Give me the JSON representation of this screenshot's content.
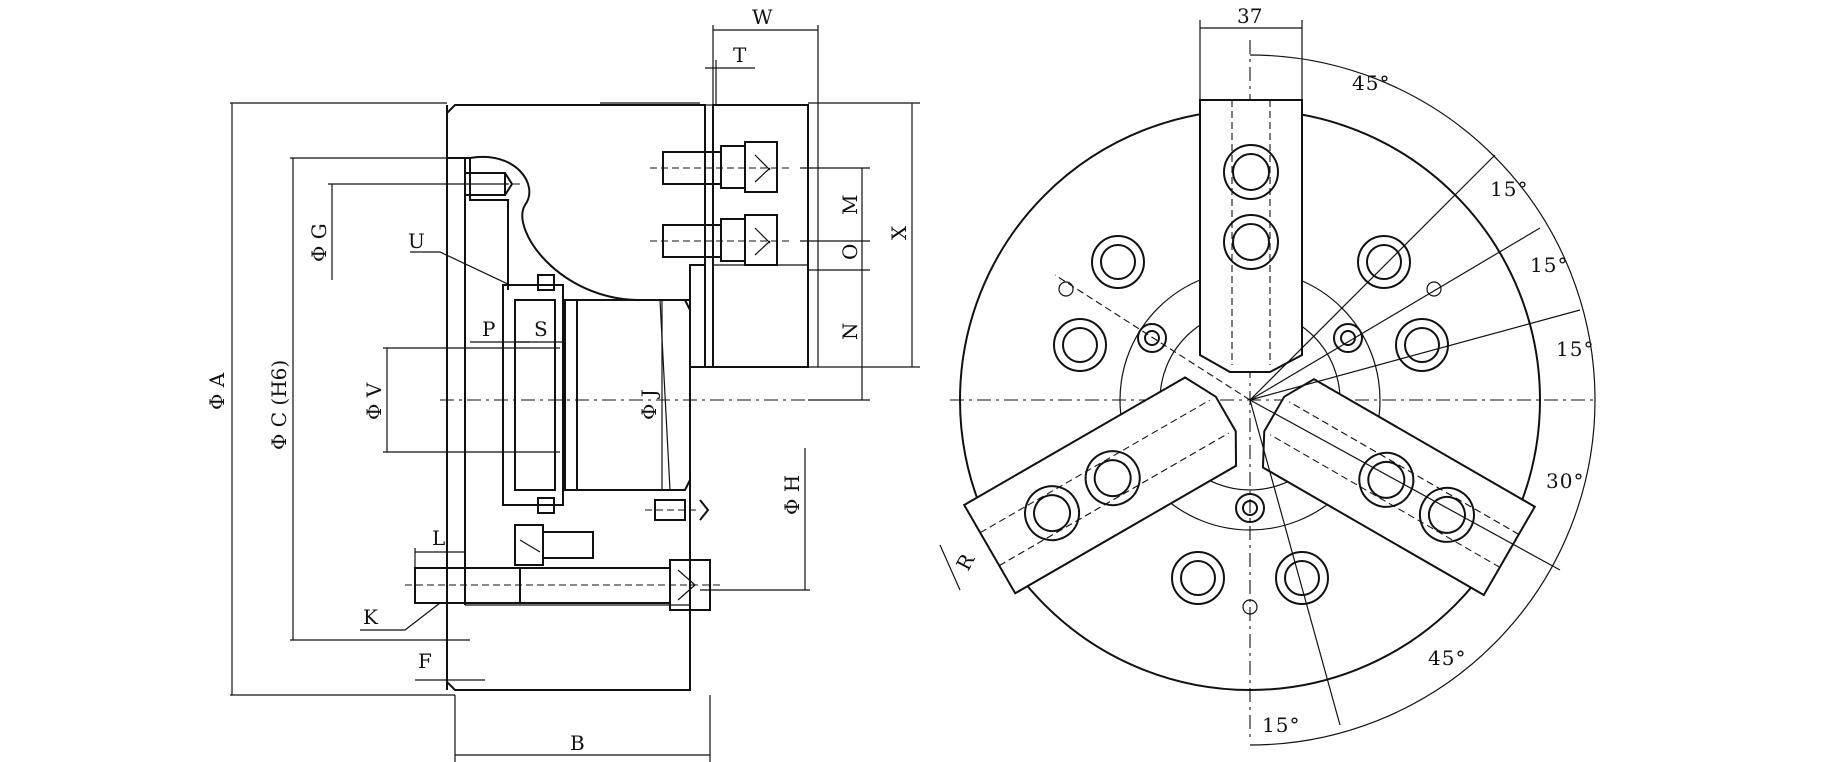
{
  "side_view": {
    "labels": {
      "dia_a": "Φ A",
      "dia_c": "Φ C (H6)",
      "dia_g": "Φ G",
      "u": "U",
      "p": "P",
      "s": "S",
      "dia_v": "Φ V",
      "dia_j": "Φ J",
      "dia_h": "Φ H",
      "l": "L",
      "k": "K",
      "f": "F",
      "b": "B",
      "w": "W",
      "t": "T",
      "m": "M",
      "o": "O",
      "n": "N",
      "x": "X"
    }
  },
  "front_view": {
    "labels": {
      "jaw_width": "37",
      "r": "R"
    },
    "angles": {
      "a45_top": "45°",
      "a15_1": "15°",
      "a15_2": "15°",
      "a15_3": "15°",
      "a30": "30°",
      "a45_bottom": "45°",
      "a15_bottom": "15°"
    }
  }
}
